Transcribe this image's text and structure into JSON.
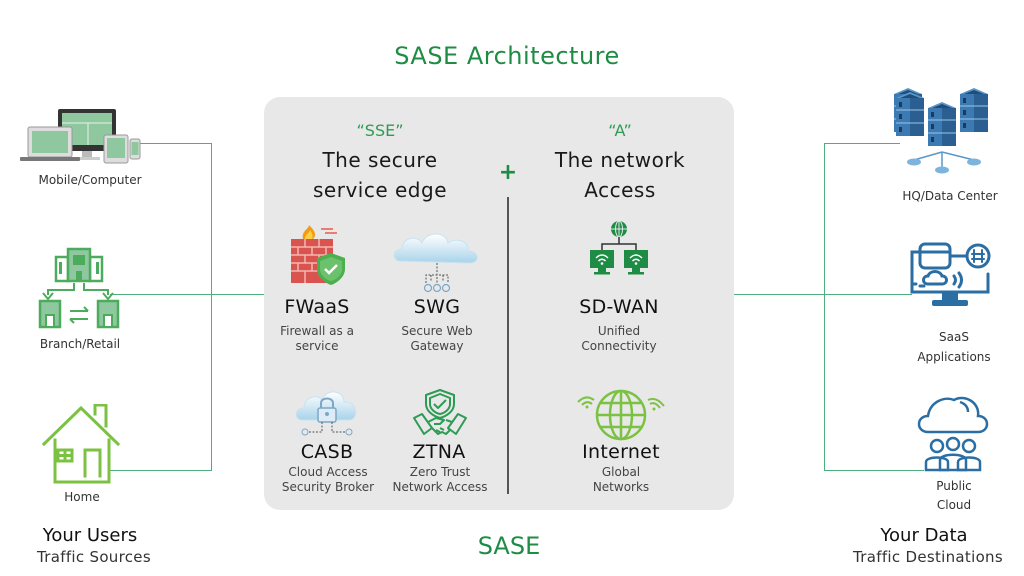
{
  "title": "SASE Architecture",
  "footer_label": "SASE",
  "colors": {
    "brand_green": "#1e8c45",
    "connector_green": "#4caf7d",
    "panel_bg": "#e8e8e8",
    "data_blue": "#2b6ea3"
  },
  "sse": {
    "quote": "“SSE”",
    "heading_line1": "The secure",
    "heading_line2": "service edge",
    "services": [
      {
        "abbr": "FWaaS",
        "desc_line1": "Firewall as a",
        "desc_line2": "service",
        "icon": "firewall-shield-icon"
      },
      {
        "abbr": "SWG",
        "desc_line1": "Secure Web",
        "desc_line2": "Gateway",
        "icon": "cloud-network-icon"
      },
      {
        "abbr": "CASB",
        "desc_line1": "Cloud Access",
        "desc_line2": "Security Broker",
        "icon": "cloud-lock-icon"
      },
      {
        "abbr": "ZTNA",
        "desc_line1": "Zero Trust",
        "desc_line2": "Network Access",
        "icon": "handshake-shield-icon"
      }
    ]
  },
  "plus_sign": "+",
  "access": {
    "quote": "“A”",
    "heading_line1": "The network",
    "heading_line2": "Access",
    "services": [
      {
        "abbr": "SD-WAN",
        "desc_line1": "Unified",
        "desc_line2": "Connectivity",
        "icon": "sdwan-network-icon"
      },
      {
        "abbr": "Internet",
        "desc_line1": "Global",
        "desc_line2": "Networks",
        "icon": "globe-wifi-icon"
      }
    ]
  },
  "users": {
    "heading": "Your Users",
    "subheading": "Traffic Sources",
    "items": [
      {
        "label": "Mobile/Computer",
        "icon": "devices-icon"
      },
      {
        "label": "Branch/Retail",
        "icon": "branch-buildings-icon"
      },
      {
        "label": "Home",
        "icon": "house-icon"
      }
    ]
  },
  "data_side": {
    "heading": "Your Data",
    "subheading": "Traffic Destinations",
    "items": [
      {
        "label_line1": "HQ/Data Center",
        "label_line2": "",
        "icon": "servers-icon"
      },
      {
        "label_line1": "SaaS",
        "label_line2": "Applications",
        "icon": "saas-monitor-icon"
      },
      {
        "label_line1": "Public",
        "label_line2": "Cloud",
        "icon": "public-cloud-icon"
      }
    ]
  }
}
